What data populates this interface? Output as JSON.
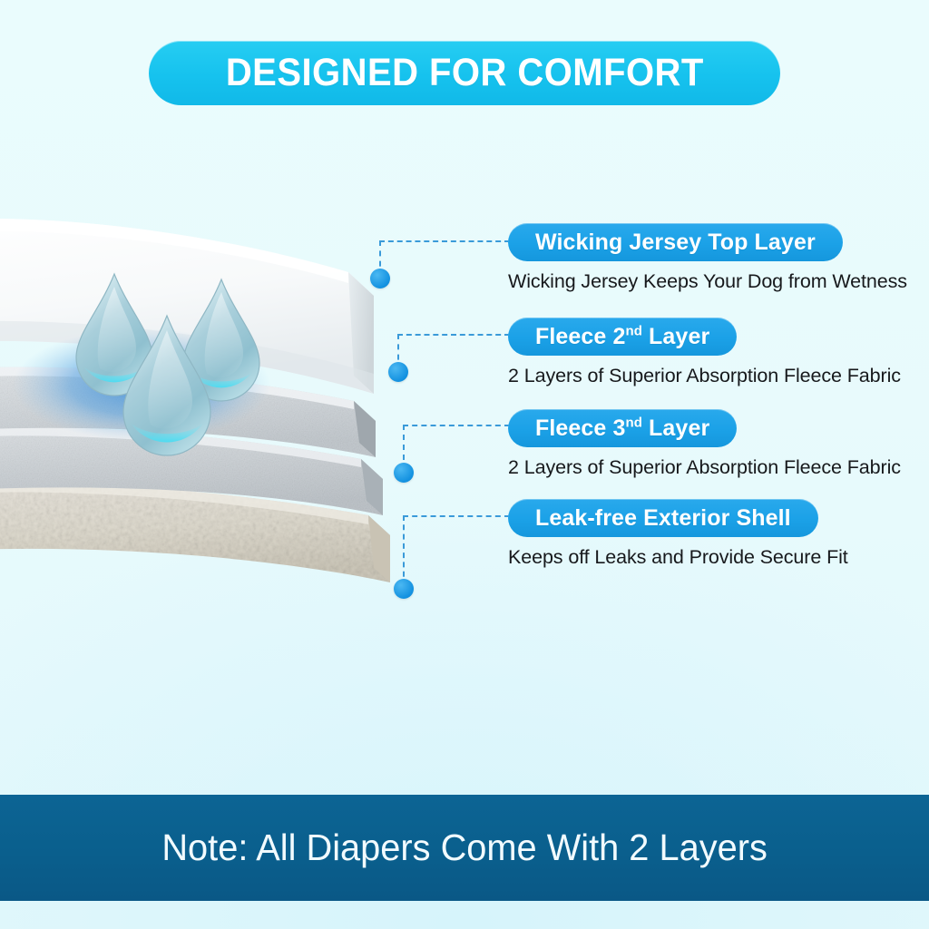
{
  "header": {
    "title": "DESIGNED FOR COMFORT",
    "pill_color": "#16c2ee"
  },
  "illustration": {
    "name": "layered-absorbent-pad",
    "droplets_count": 3,
    "layers": [
      {
        "name": "top-sheet",
        "color": "#f6f8f9"
      },
      {
        "name": "fleece-layer-2",
        "color": "#d8dcdf"
      },
      {
        "name": "fleece-layer-3",
        "color": "#cfd4d7"
      },
      {
        "name": "exterior-shell",
        "color": "#dcd8cf"
      }
    ]
  },
  "callouts": [
    {
      "label_pre": "Wicking Jersey Top Layer",
      "sup": "",
      "label_post": "",
      "subtitle": "Wicking Jersey Keeps Your Dog from Wetness"
    },
    {
      "label_pre": "Fleece 2",
      "sup": "nd",
      "label_post": " Layer",
      "subtitle": "2 Layers of Superior Absorption Fleece Fabric"
    },
    {
      "label_pre": "Fleece 3",
      "sup": "nd",
      "label_post": " Layer",
      "subtitle": "2 Layers of Superior Absorption Fleece Fabric"
    },
    {
      "label_pre": "Leak-free Exterior Shell",
      "sup": "",
      "label_post": "",
      "subtitle": "Keeps off Leaks and Provide Secure Fit"
    }
  ],
  "bottom_banner": {
    "note": "Note: All Diapers Come With 2 Layers",
    "color": "#0a5f8d"
  },
  "palette": {
    "background": "#e9fbfc",
    "callout_pill": "#1ba1e7",
    "connector": "#3a9ad9",
    "dot": "#1391e0",
    "subtitle_text": "#17191c"
  }
}
